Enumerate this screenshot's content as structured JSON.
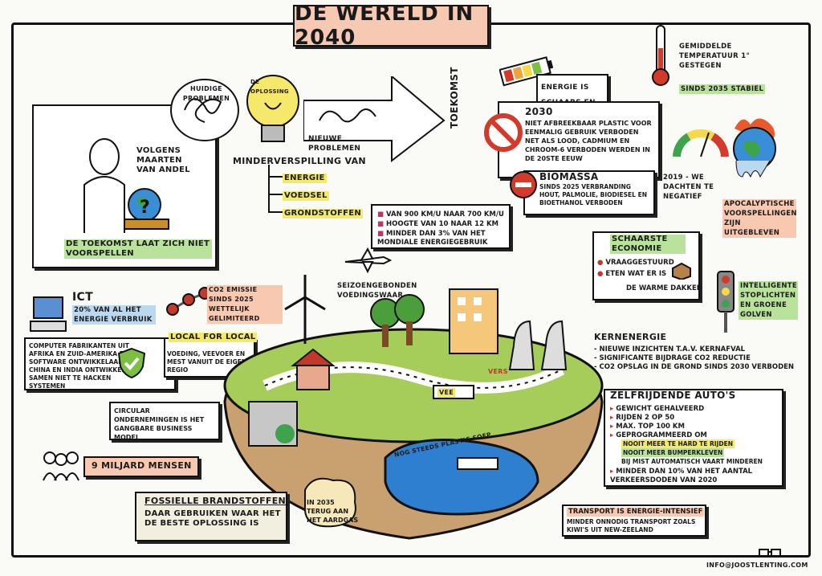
{
  "title": "DE WERELD IN 2040",
  "prediction": {
    "huidige": "HUIDIGE PROBLEMEN",
    "oplossing": "DE OPLOSSING",
    "nieuwe": "NIEUWE PROBLEMEN",
    "toekomst": "TOEKOMST",
    "volgens": "VOLGENS MAARTEN VAN ANDEL",
    "onvoorspelbaar": "DE TOEKOMST LAAT ZICH NIET VOORSPELLEN"
  },
  "minder": {
    "title": "MINDERVERSPILLING VAN",
    "items": [
      "ENERGIE",
      "VOEDSEL",
      "GRONDSTOFFEN"
    ]
  },
  "energie": "ENERGIE IS SCHAARS EN DUUR",
  "y2030": {
    "title": "2030",
    "text": "NIET AFBREEKBAAR PLASTIC VOOR EENMALIG GEBRUIK VERBODEN NET ALS LOOD, CADMIUM EN CHROOM-6 VERBODEN WERDEN IN DE 20STE EEUW"
  },
  "biomassa": {
    "title": "BIOMASSA",
    "text": "SINDS 2025 VERBRANDING HOUT, PALMOLIE, BIODIESEL EN BIOETHANOL VERBODEN"
  },
  "temperatuur": {
    "text": "GEMIDDELDE TEMPERATUUR 1° GESTEGEN",
    "sinds": "SINDS 2035 STABIEL"
  },
  "gauge": "2019 - WE DACHTEN TE NEGATIEF",
  "apocalyptisch": "APOCALYPTISCHE VOORSPELLINGEN ZIJN UITGEBLEVEN",
  "vliegen": [
    "VAN 900 KM/U NAAR 700 KM/U",
    "HOOGTE VAN 10 NAAR 12 KM",
    "MINDER DAN 3% VAN HET MONDIALE ENERGIEGEBRUIK"
  ],
  "schaarste": {
    "title": "SCHAARSTE ECONOMIE",
    "items": [
      "VRAAGGESTUURD",
      "ETEN WAT ER IS"
    ],
    "dakker": "DE WARME DAKKER"
  },
  "stoplichten": "INTELLIGENTE STOPLICHTEN EN GROENE GOLVEN",
  "ict": {
    "title": "ICT",
    "text": "20% VAN AL HET ENERGIE VERBRUIK",
    "computer": "COMPUTER FABRIKANTEN UIT AFRIKA EN ZUID-AMERIKA EN SOFTWARE ONTWIKKELAARS UIT CHINA EN INDIA ONTWIKKELEN SAMEN NIET TE HACKEN SYSTEMEN"
  },
  "co2": "CO2 EMISSIE SINDS 2025 WETTELIJK GELIMITEERD",
  "seizoen": "SEIZOENGEBONDEN VOEDINGSWAAR",
  "local": {
    "title": "LOCAL FOR LOCAL",
    "text": "VOEDING, VEEVOER EN MEST VANUIT DE EIGEN REGIO"
  },
  "kernenergie": {
    "title": "KERNENERGIE",
    "items": [
      "NIEUWE INZICHTEN T.A.V. KERNAFVAL",
      "SIGNIFICANTE BIJDRAGE CO2 REDUCTIE",
      "CO2 OPSLAG IN DE GROND SINDS 2030 VERBODEN"
    ]
  },
  "autos": {
    "title": "ZELFRIJDENDE AUTO'S",
    "items": [
      "GEWICHT GEHALVEERD",
      "RIJDEN 2 OP 50",
      "MAX. TOP 100 KM",
      "GEPROGRAMMEERD OM"
    ],
    "sub": [
      "NOOIT MEER TE HARD TE RIJDEN",
      "NOOIT MEER BUMPERKLEVEN",
      "BIJ MIST AUTOMATISCH VAART MINDEREN"
    ],
    "last": "MINDER DAN 10% VAN HET AANTAL VERKEERSDODEN VAN 2020"
  },
  "circular": "CIRCULAR ONDERNEMINGEN IS HET GANGBARE BUSINESS MODEL",
  "mensen": "9 MILJARD MENSEN",
  "fossiel": {
    "title": "FOSSIELLE BRANDSTOFFEN",
    "text": "DAAR GEBRUIKEN WAAR HET DE BESTE OPLOSSING IS"
  },
  "aardgas": "IN 2035 TERUG AAN HET AARDGAS",
  "plastic": "NOG STEEDS PLASTIC SOEP",
  "transport": {
    "title": "TRANSPORT IS ENERGIE-INTENSIEF",
    "text": "MINDER ONNODIG TRANSPORT ZOALS KIWI'S UIT NEW-ZEELAND"
  },
  "labels": {
    "vers": "VERS",
    "vee": "VEE"
  },
  "footer": "INFO@JOOSTLENTING.COM"
}
